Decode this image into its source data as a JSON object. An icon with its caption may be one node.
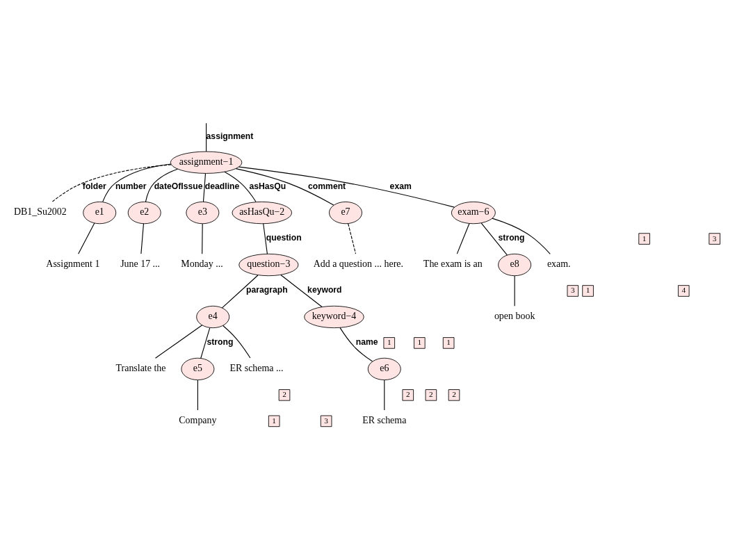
{
  "diagram": {
    "nodes": [
      {
        "text": [
          "assignment−1"
        ]
      },
      {
        "text": [
          "DB1_Su2002"
        ]
      },
      {
        "text": [
          "e1"
        ]
      },
      {
        "text": [
          "e2"
        ]
      },
      {
        "text": [
          "e3"
        ]
      },
      {
        "text": [
          "asHasQu−2"
        ]
      },
      {
        "text": [
          "e7"
        ]
      },
      {
        "text": [
          "exam−6"
        ]
      },
      {
        "text": [
          "Assignment 1"
        ]
      },
      {
        "text": [
          "June 17 ..."
        ]
      },
      {
        "text": [
          "Monday ..."
        ]
      },
      {
        "text": [
          "Add a question ... here."
        ]
      },
      {
        "text": [
          "question−3"
        ]
      },
      {
        "text": [
          "The exam is an"
        ]
      },
      {
        "text": [
          "e8"
        ]
      },
      {
        "text": [
          "exam."
        ]
      },
      {
        "text": [
          "open book"
        ]
      },
      {
        "text": [
          "e4"
        ]
      },
      {
        "text": [
          "keyword−4"
        ]
      },
      {
        "text": [
          "Translate the"
        ]
      },
      {
        "text": [
          "e5"
        ]
      },
      {
        "text": [
          "ER schema ..."
        ]
      },
      {
        "text": [
          "e6"
        ]
      },
      {
        "text": [
          "Company"
        ]
      },
      {
        "text": [
          "ER schema"
        ]
      }
    ],
    "edges": [
      {
        "from": null,
        "to": 0,
        "arrow": "none",
        "label": "assignment"
      },
      {
        "from": 0,
        "to": 1,
        "arrow": "none",
        "label": "folder",
        "style": "dashed"
      },
      {
        "from": 0,
        "to": 2,
        "arrow": "none",
        "label": "number"
      },
      {
        "from": 0,
        "to": 3,
        "arrow": "none",
        "label": "dateOfIssue"
      },
      {
        "from": 0,
        "to": 4,
        "arrow": "none",
        "label": "deadline"
      },
      {
        "from": 0,
        "to": 5,
        "arrow": "none",
        "label": "asHasQu"
      },
      {
        "from": 0,
        "to": 6,
        "arrow": "none",
        "label": "comment"
      },
      {
        "from": 0,
        "to": 7,
        "arrow": "none",
        "label": "exam"
      },
      {
        "from": 2,
        "to": 8,
        "arrow": "none"
      },
      {
        "from": 3,
        "to": 9,
        "arrow": "none"
      },
      {
        "from": 4,
        "to": 10,
        "arrow": "none"
      },
      {
        "from": 6,
        "to": 11,
        "arrow": "none",
        "style": "dashed"
      },
      {
        "from": 5,
        "to": 12,
        "arrow": "none",
        "label": "question"
      },
      {
        "from": 7,
        "to": 13,
        "arrow": "none"
      },
      {
        "from": 7,
        "to": 14,
        "arrow": "none",
        "label": "strong"
      },
      {
        "from": 7,
        "to": 15,
        "arrow": "none"
      },
      {
        "from": 14,
        "to": 16,
        "arrow": "none"
      },
      {
        "from": 12,
        "to": 17,
        "arrow": "none",
        "label": "paragraph"
      },
      {
        "from": 12,
        "to": 18,
        "arrow": "none",
        "label": "keyword"
      },
      {
        "from": 17,
        "to": 19,
        "arrow": "none"
      },
      {
        "from": 17,
        "to": 20,
        "arrow": "none",
        "label": "strong"
      },
      {
        "from": 17,
        "to": 21,
        "arrow": "none"
      },
      {
        "from": 20,
        "to": 23,
        "arrow": "none"
      },
      {
        "from": 18,
        "to": 22,
        "arrow": "none",
        "label": "name"
      },
      {
        "from": 22,
        "to": 24,
        "arrow": "none"
      }
    ],
    "labels": [
      "1",
      "1",
      "1",
      "2",
      "3",
      "4",
      "1",
      "2",
      "3",
      "1",
      "2",
      "1",
      "2",
      "3"
    ]
  }
}
